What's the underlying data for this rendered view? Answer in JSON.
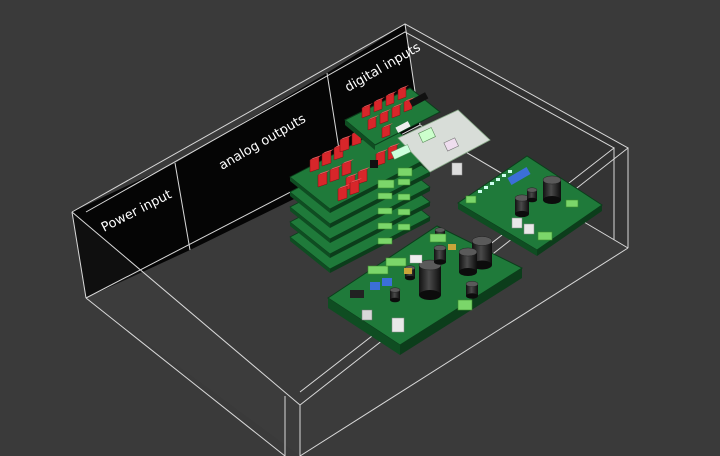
{
  "scene": {
    "background": "#3a3a3a",
    "wall_color": "#050505",
    "pcb_green": "#1f7a3a",
    "pcb_dark": "#0f4d22",
    "relay_red": "#d8262a",
    "terminal_green": "#7bd66a"
  },
  "panel_labels": {
    "power_input": "Power input",
    "analog_outputs": "analog outputs",
    "digital_inputs": "digital inputs"
  }
}
